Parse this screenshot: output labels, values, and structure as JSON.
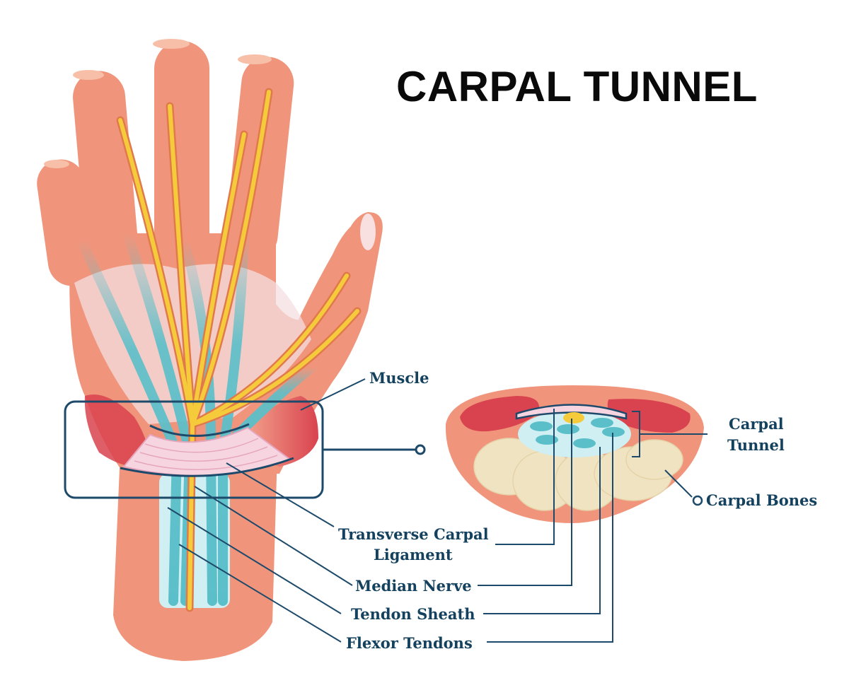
{
  "title": "CARPAL TUNNEL",
  "labels": {
    "muscle": "Muscle",
    "carpal_tunnel_line1": "Carpal",
    "carpal_tunnel_line2": "Tunnel",
    "carpal_bones": "Carpal Bones",
    "transverse_line1": "Transverse Carpal",
    "transverse_line2": "Ligament",
    "median_nerve": "Median Nerve",
    "tendon_sheath": "Tendon Sheath",
    "flexor_tendons": "Flexor Tendons"
  },
  "colors": {
    "skin": "#f0957c",
    "skin_light": "#f8bfa8",
    "tendon": "#5bbfc9",
    "nerve": "#f6cb3b",
    "nerve_edge": "#e07a4c",
    "ligament": "#f6d5e0",
    "muscle": "#dc4b55",
    "bone": "#efe3c2",
    "sheath": "#cfeff3",
    "line": "#1d4a6a"
  }
}
